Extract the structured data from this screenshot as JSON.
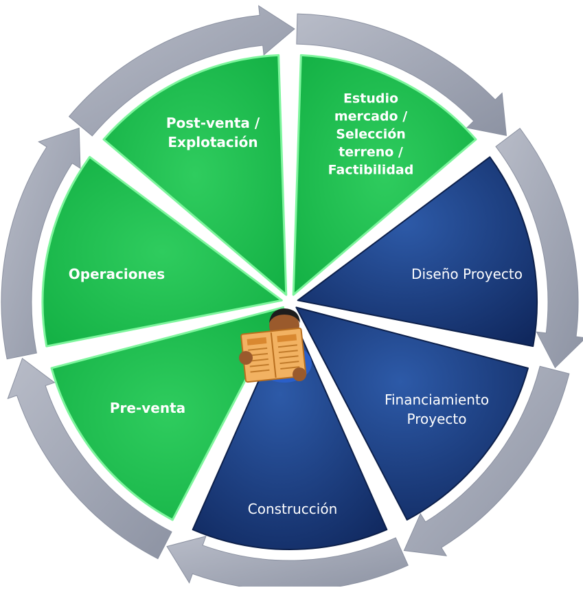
{
  "colors": {
    "green_light": "#3fd46a",
    "green": "#18b84c",
    "green_edge": "#7ef59d",
    "blue_light": "#2d5aa8",
    "blue": "#14316e",
    "blue_edge": "#0c1f4a",
    "ring": "#a6abb8",
    "ring_dark": "#8a90a0",
    "background": "#ffffff"
  },
  "segments": [
    {
      "id": "estudio",
      "color": "green",
      "lines": [
        "Estudio",
        "mercado /",
        "Selección",
        "terreno /",
        "Factibilidad"
      ]
    },
    {
      "id": "diseno",
      "color": "blue",
      "lines": [
        "Diseño Proyecto"
      ]
    },
    {
      "id": "financiamiento",
      "color": "blue",
      "lines": [
        "Financiamiento",
        "Proyecto"
      ]
    },
    {
      "id": "construccion",
      "color": "blue",
      "lines": [
        "Construcción"
      ]
    },
    {
      "id": "preventa",
      "color": "green",
      "lines": [
        "Pre-venta"
      ]
    },
    {
      "id": "operaciones",
      "color": "green",
      "lines": [
        "Operaciones"
      ]
    },
    {
      "id": "postventa",
      "color": "green",
      "lines": [
        "Post-venta /",
        "Explotación"
      ]
    }
  ],
  "center_icon": "person-reading-newspaper-icon",
  "ring_arrow_icon": "cycle-arrow-icon"
}
